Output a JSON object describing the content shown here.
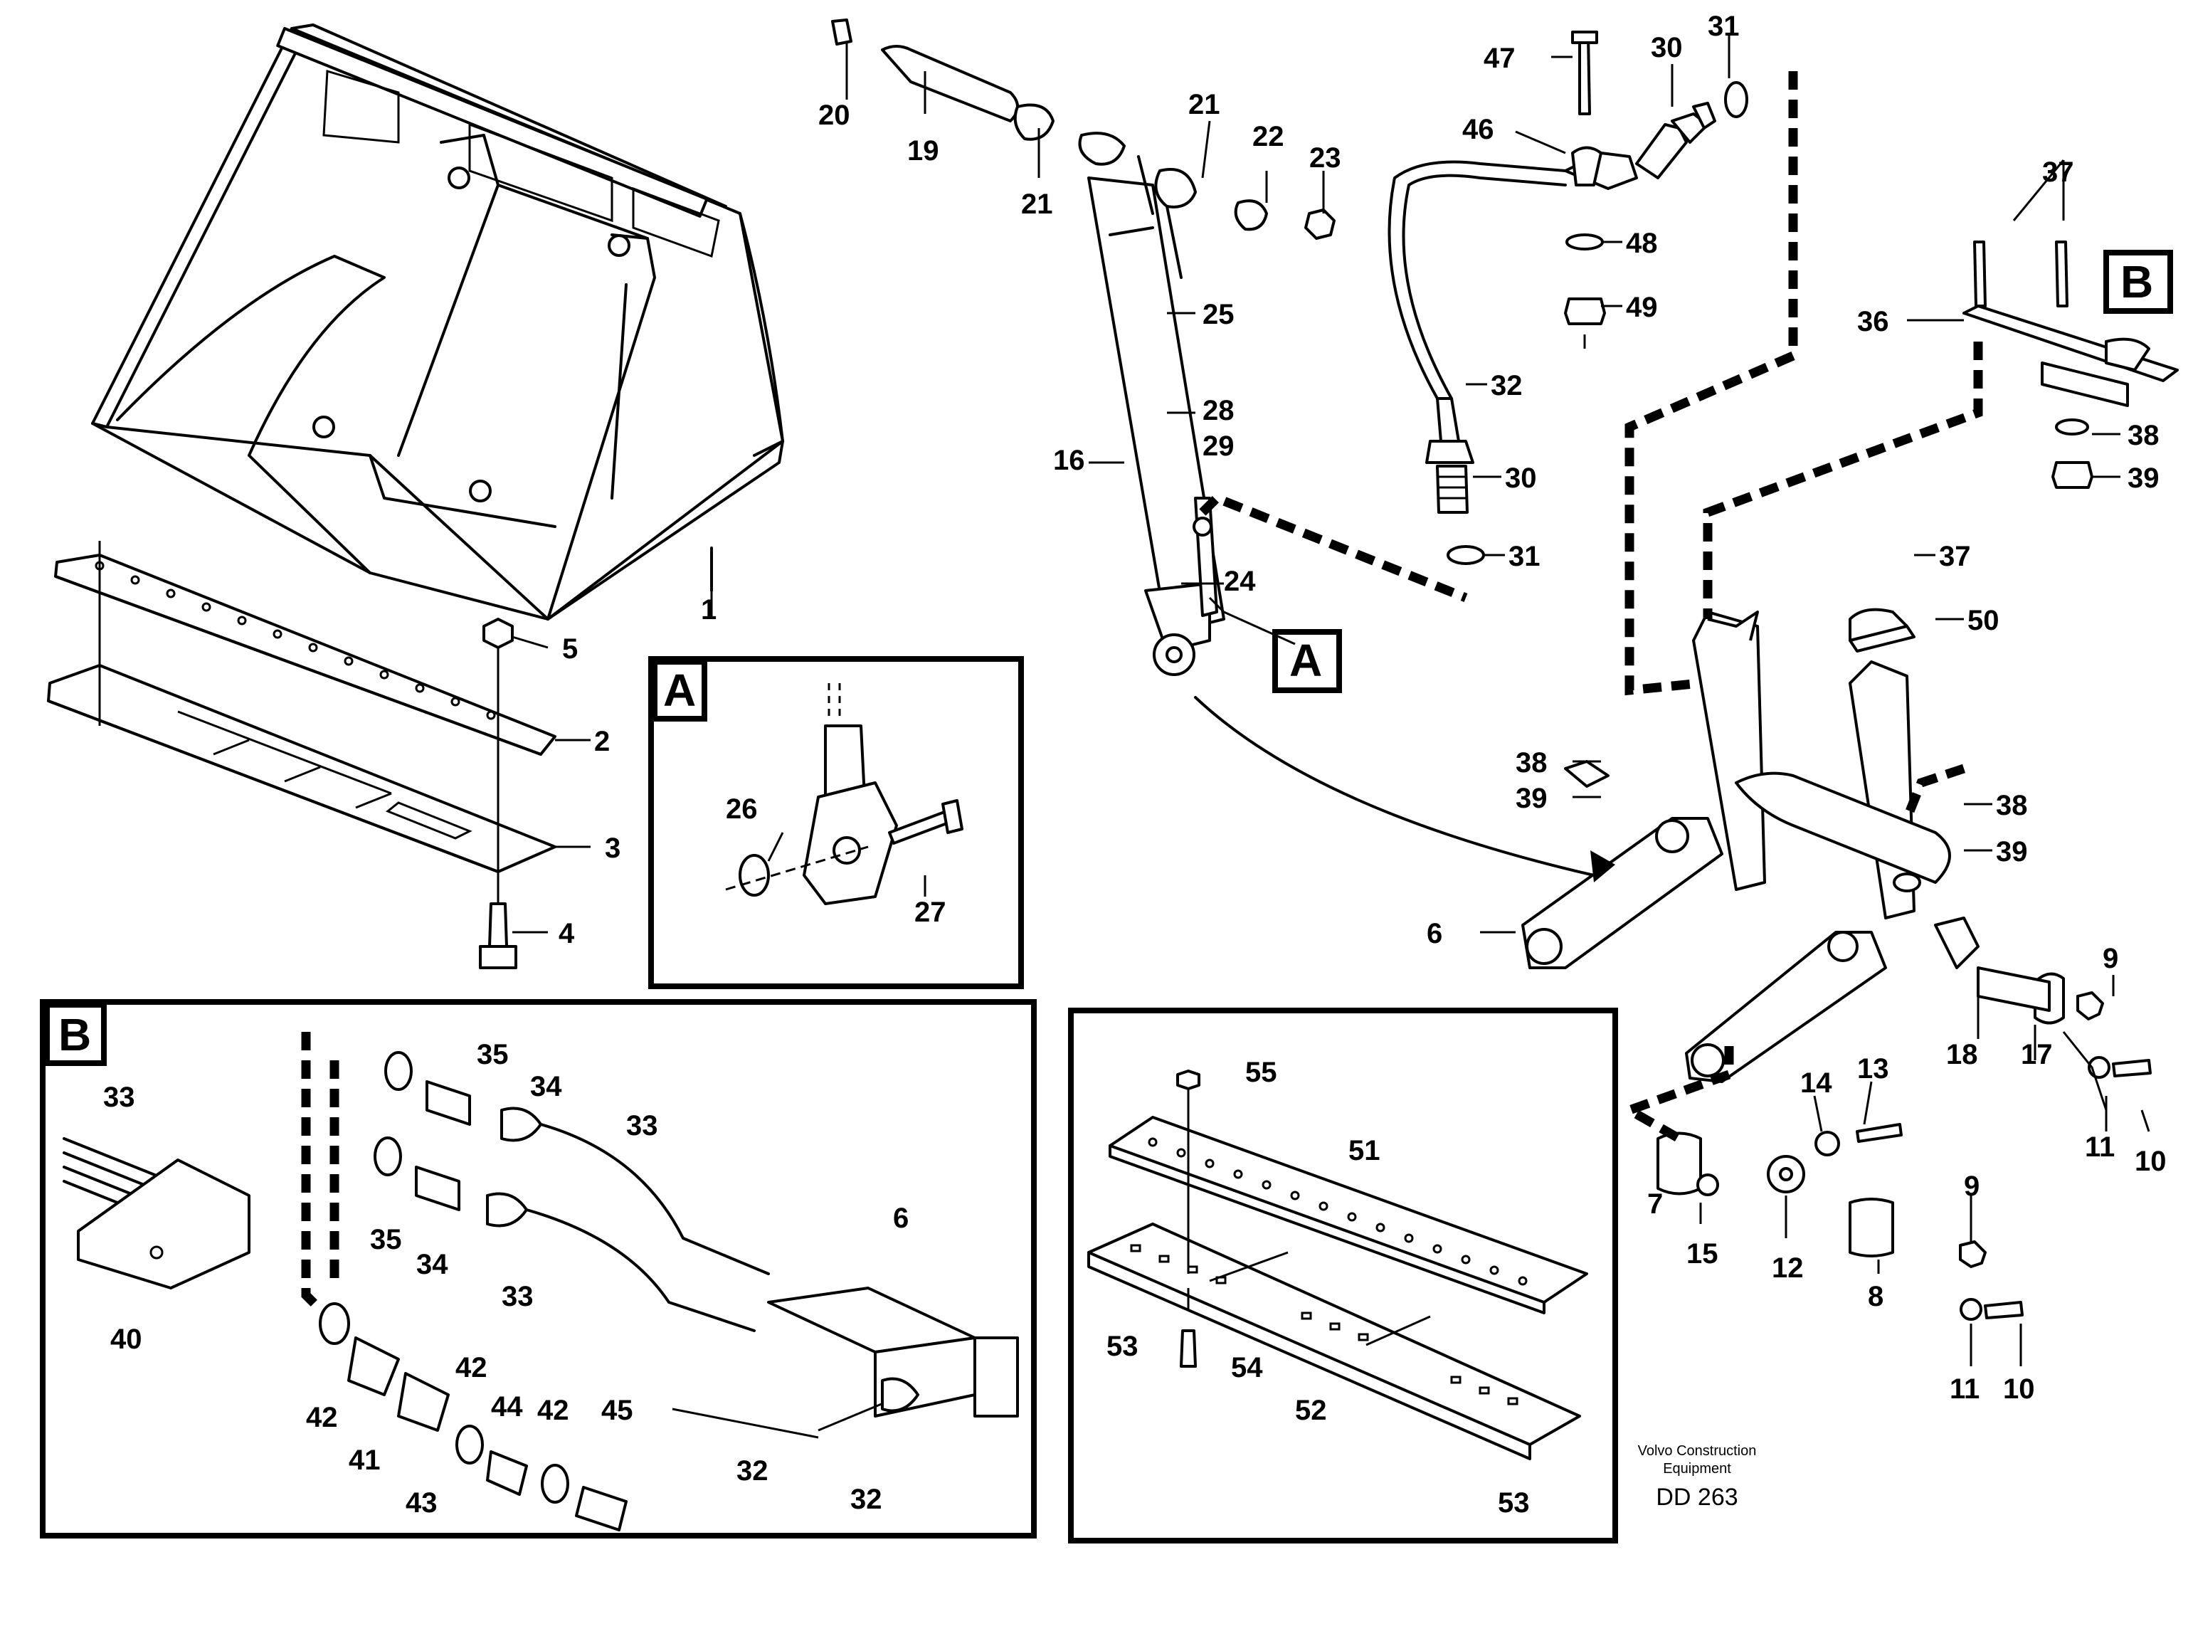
{
  "detail_views": {
    "A": {
      "label": "A"
    },
    "B": {
      "label": "B"
    }
  },
  "callouts": {
    "n1": "1",
    "n2": "2",
    "n3": "3",
    "n4": "4",
    "n5": "5",
    "n6": "6",
    "n7": "7",
    "n8": "8",
    "n9a": "9",
    "n9b": "9",
    "n10a": "10",
    "n10b": "10",
    "n11a": "11",
    "n11b": "11",
    "n12": "12",
    "n13": "13",
    "n14": "14",
    "n15": "15",
    "n16": "16",
    "n17": "17",
    "n18": "18",
    "n19": "19",
    "n20": "20",
    "n21a": "21",
    "n21b": "21",
    "n22": "22",
    "n23": "23",
    "n24": "24",
    "n25": "25",
    "n26": "26",
    "n27": "27",
    "n28": "28",
    "n29": "29",
    "n30a": "30",
    "n30b": "30",
    "n31a": "31",
    "n31b": "31",
    "n32": "32",
    "n36": "36",
    "n37a": "37",
    "n37b": "37",
    "n38a": "38",
    "n38b": "38",
    "n38c": "38",
    "n39a": "39",
    "n39b": "39",
    "n39c": "39",
    "n46": "46",
    "n47": "47",
    "n48": "48",
    "n49": "49",
    "n50": "50",
    "b33a": "33",
    "b33b": "33",
    "b33c": "33",
    "b34a": "34",
    "b34b": "34",
    "b35a": "35",
    "b35b": "35",
    "b6": "6",
    "b40": "40",
    "b41": "41",
    "b42a": "42",
    "b42b": "42",
    "b42c": "42",
    "b43": "43",
    "b44": "44",
    "b45": "45",
    "b32a": "32",
    "b32b": "32",
    "c51": "51",
    "c52": "52",
    "c53a": "53",
    "c53b": "53",
    "c54": "54",
    "c55": "55"
  },
  "footer": {
    "brand_line1": "Volvo Construction",
    "brand_line2": "Equipment",
    "drawing_code": "DD 263"
  }
}
